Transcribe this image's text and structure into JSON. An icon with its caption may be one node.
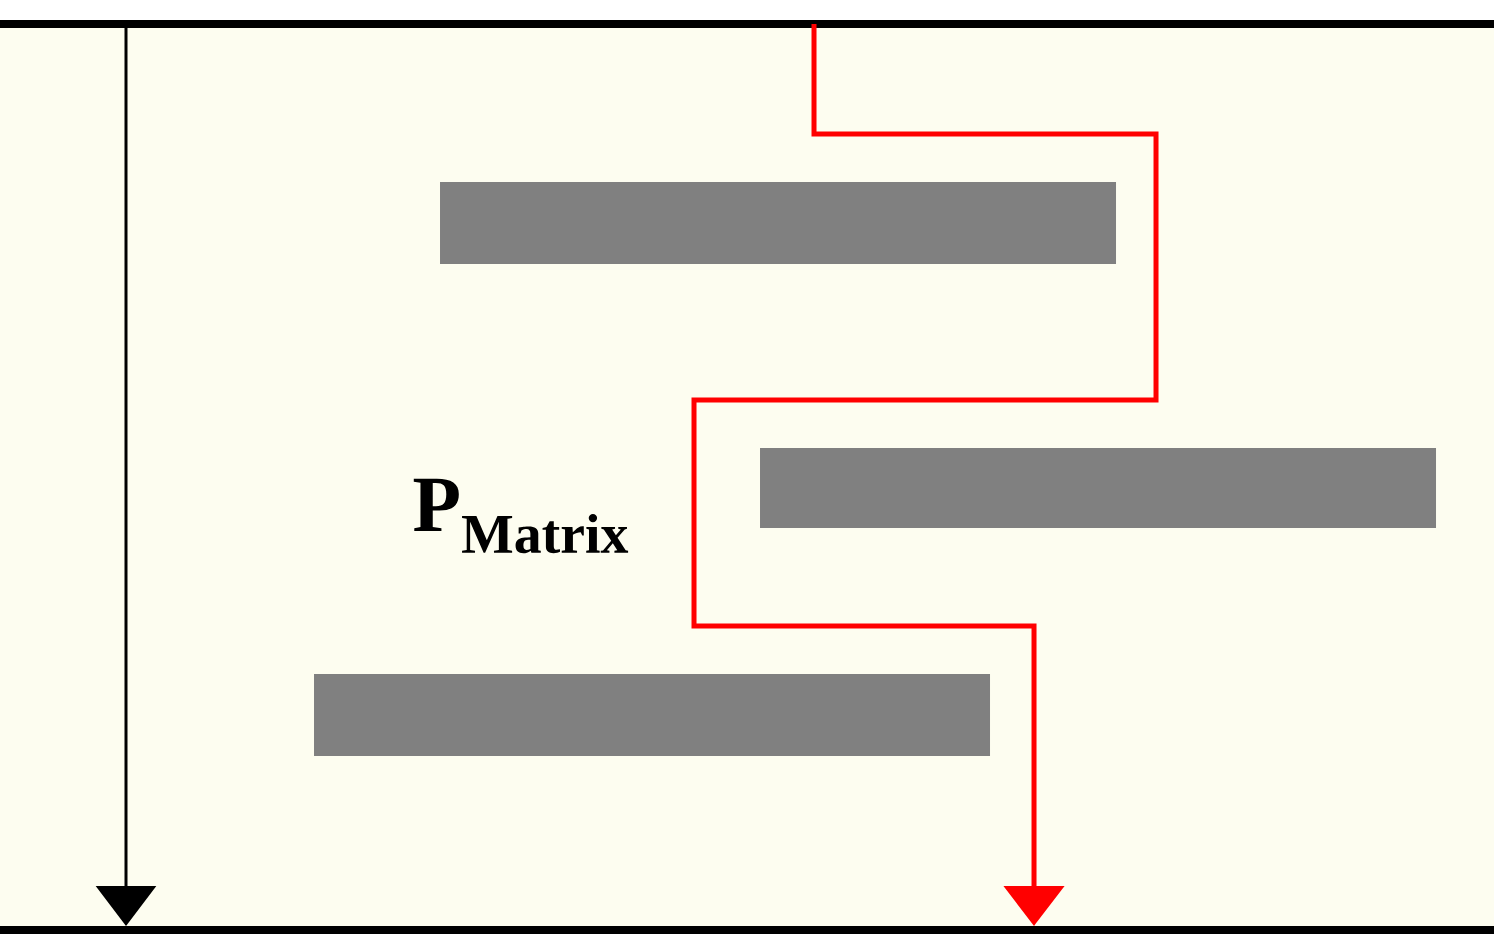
{
  "diagram": {
    "nodes": [
      {
        "text": [],
        "shape": "bar"
      },
      {
        "text": [],
        "shape": "bar"
      },
      {
        "text": [],
        "shape": "bar"
      }
    ],
    "labels": [
      "P$_{Matrix}$"
    ]
  }
}
